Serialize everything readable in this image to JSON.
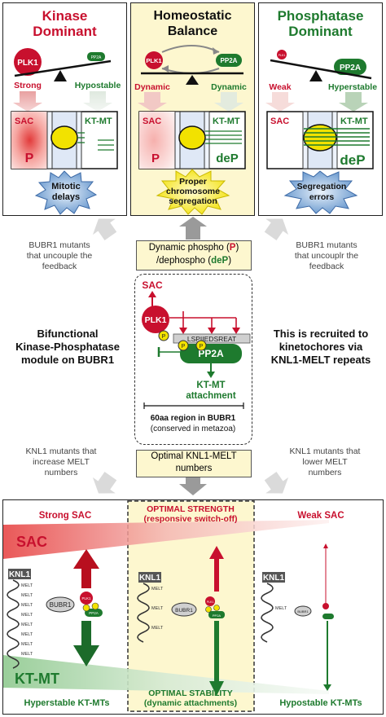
{
  "top": {
    "kinase": {
      "title_line1": "Kinase",
      "title_line2": "Dominant",
      "plk1": "PLK1",
      "pp2a": "PP2A",
      "left_label": "Strong",
      "right_label": "Hypostable",
      "sac": "SAC",
      "ktmt": "KT-MT",
      "mark": "P",
      "outcome_line1": "Mitotic",
      "outcome_line2": "delays"
    },
    "homeostatic": {
      "title_line1": "Homeostatic",
      "title_line2": "Balance",
      "plk1": "PLK1",
      "pp2a": "PP2A",
      "left_label": "Dynamic",
      "right_label": "Dynamic",
      "sac": "SAC",
      "ktmt": "KT-MT",
      "mark": "P",
      "mark2": "deP",
      "outcome_line1": "Proper",
      "outcome_line2": "chromosome",
      "outcome_line3": "segregation"
    },
    "phosphatase": {
      "title_line1": "Phosphatase",
      "title_line2": "Dominant",
      "plk1": "PLK1",
      "pp2a": "PP2A",
      "left_label": "Weak",
      "right_label": "Hyperstable",
      "sac": "SAC",
      "ktmt": "KT-MT",
      "mark2": "deP",
      "outcome_line1": "Segregation",
      "outcome_line2": "errors"
    }
  },
  "middle": {
    "left_note": [
      "BUBR1 mutants",
      "that uncouple the",
      "feedback"
    ],
    "right_note": [
      "BUBR1 mutants",
      "that uncouplr the",
      "feedback"
    ],
    "dynamic_box": {
      "line1_a": "Dynamic phospho (",
      "line1_p": "P",
      "line1_b": ")",
      "line2_a": "/dephospho (",
      "line2_dep": "deP",
      "line2_b": ")"
    },
    "left_title": [
      "Bifunctional",
      "Kinase-Phosphatase",
      "module on BUBR1"
    ],
    "right_title": [
      "This is recruited to",
      "kinetochores via",
      "KNL1-MELT repeats"
    ],
    "module": {
      "sac": "SAC",
      "plk1": "PLK1",
      "pp2a": "PP2A",
      "motif": "LSPIIEDSREAT",
      "p": "P",
      "ktmt_line1": "KT-MT",
      "ktmt_line2": "attachment",
      "region_line1": "60aa region in BUBR1",
      "region_line2": "(conserved in metazoa)"
    },
    "left_note2": [
      "KNL1 mutants that",
      "increase MELT",
      "numbers"
    ],
    "right_note2": [
      "KNL1 mutants that",
      "lower MELT",
      "numbers"
    ],
    "melt_box": [
      "Optimal KNL1-MELT",
      "numbers"
    ]
  },
  "bottom": {
    "strong_sac": "Strong SAC",
    "optimal_strength": [
      "OPTIMAL STRENGTH",
      "(responsive switch-off)"
    ],
    "weak_sac": "Weak SAC",
    "sac": "SAC",
    "ktmt": "KT-MT",
    "knl1": "KNL1",
    "melt": "MELT",
    "bubr1": "BUBR1",
    "plk1": "PLK1",
    "pp2a": "PP2A",
    "p": "P",
    "hyperstable": "Hyperstable KT-MTs",
    "optimal_stability": [
      "OPTIMAL STABILITY",
      "(dynamic attachments)"
    ],
    "hypostable": "Hypostable KT-MTs"
  },
  "colors": {
    "red": "#c8102e",
    "green": "#1e7a2e",
    "yellow_bg": "#fdf7cf",
    "blue_star": "#6fa8dc",
    "yellow_star": "#f5e600"
  }
}
